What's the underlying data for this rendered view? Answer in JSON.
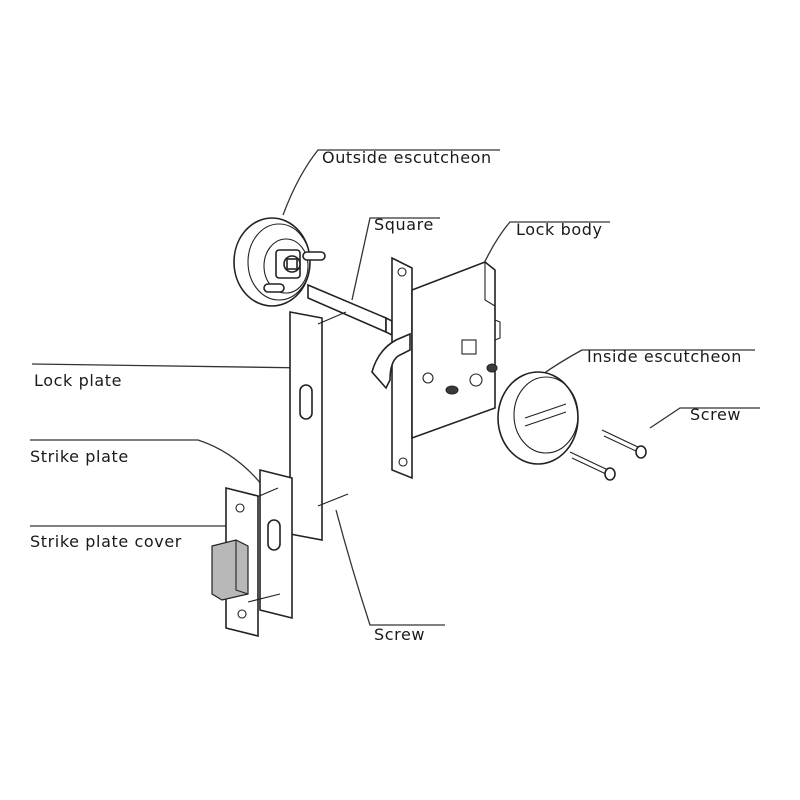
{
  "labels": {
    "outside_escutcheon": "Outside escutcheon",
    "square": "Square",
    "lock_body": "Lock body",
    "inside_escutcheon": "Inside escutcheon",
    "screw_right": "Screw",
    "lock_plate": "Lock plate",
    "strike_plate": "Strike plate",
    "strike_plate_cover": "Strike plate cover",
    "screw_bottom": "Screw"
  }
}
